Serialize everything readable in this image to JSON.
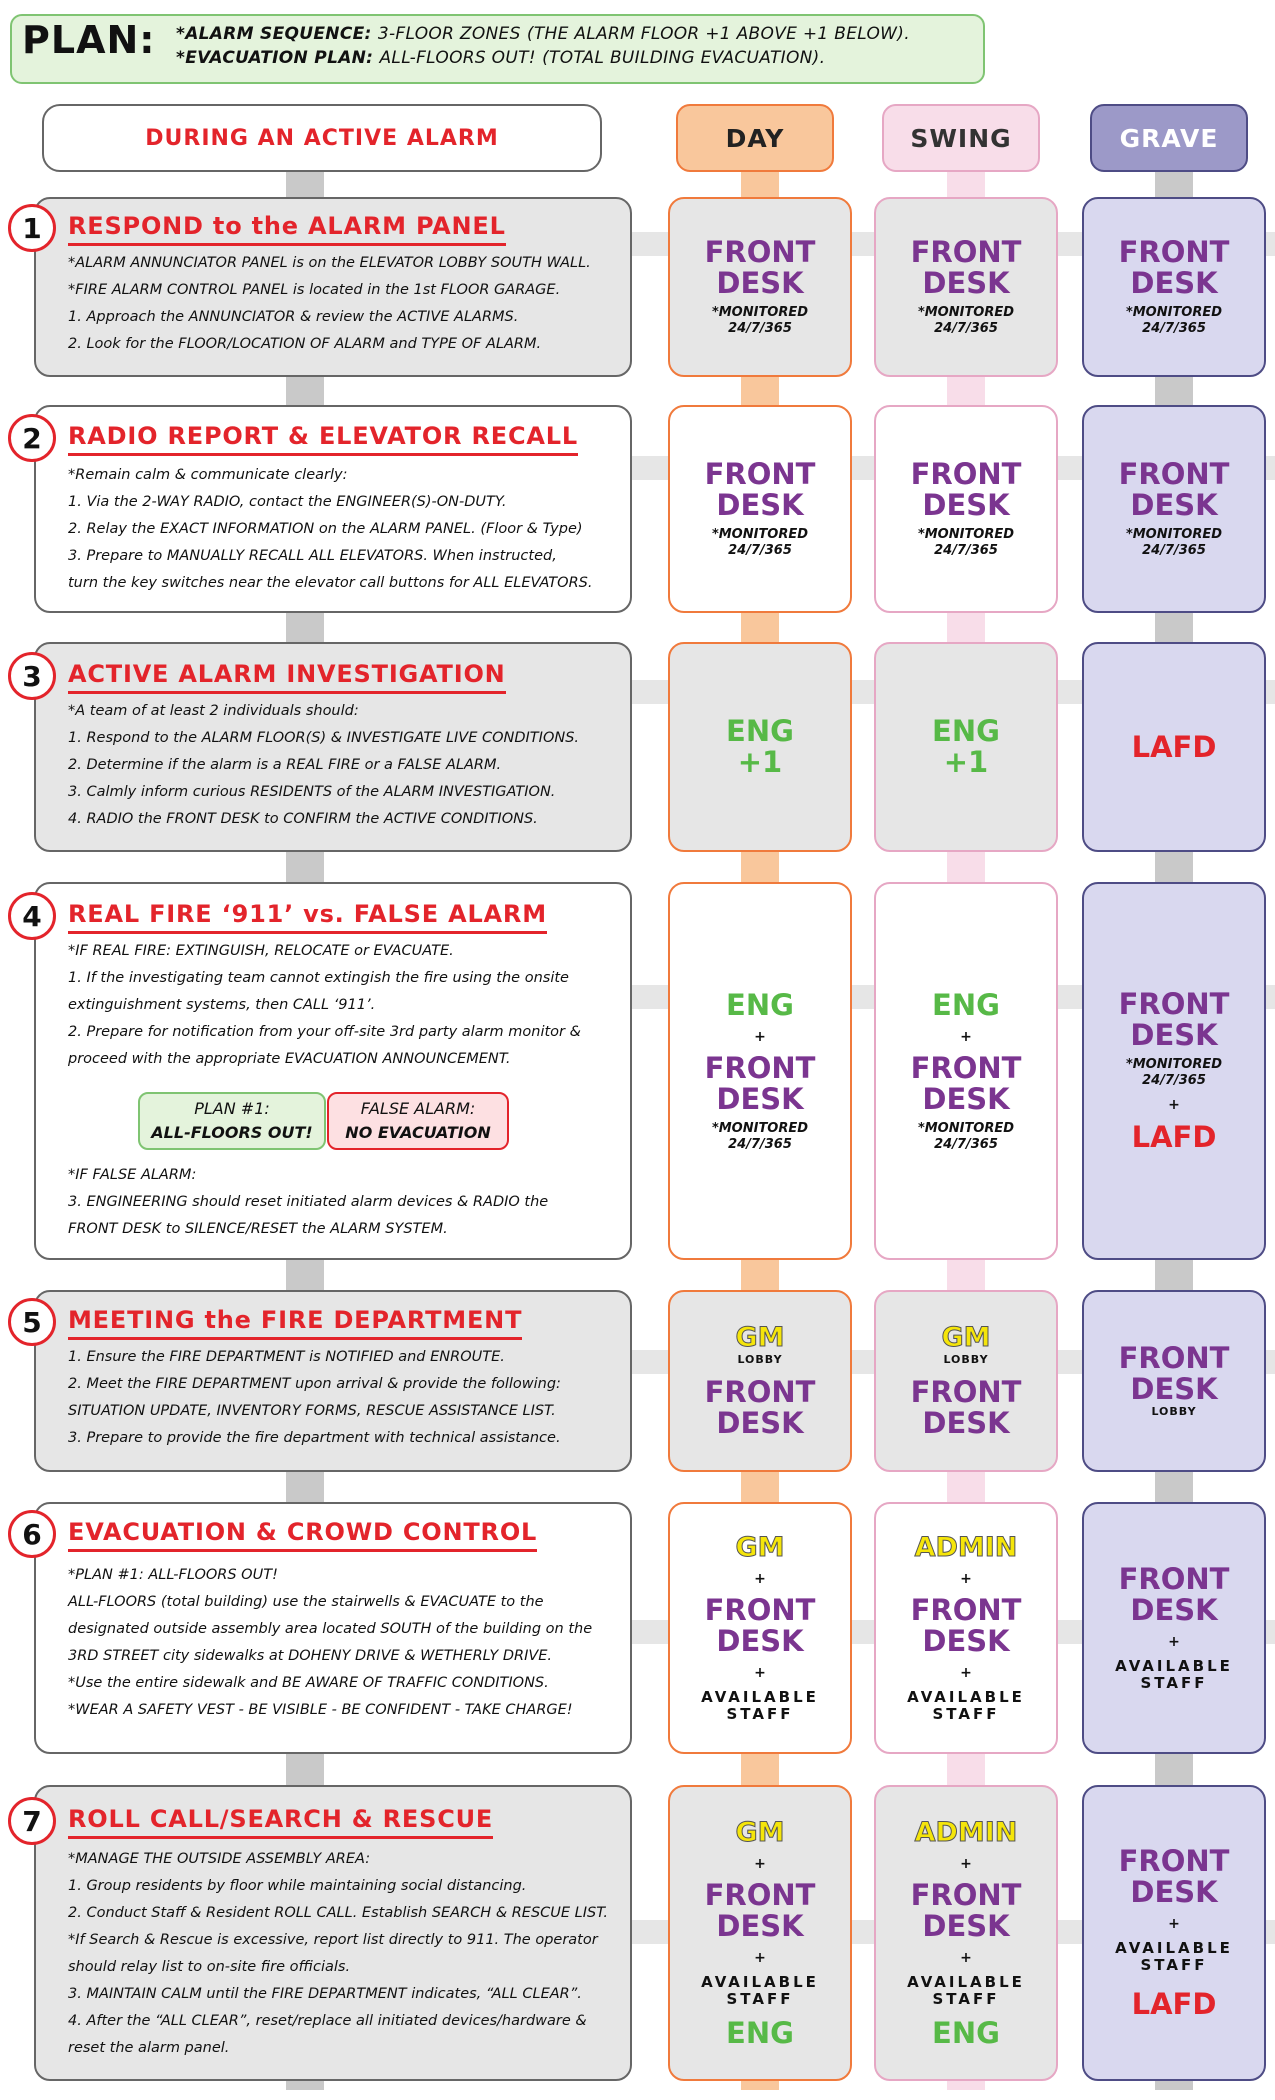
{
  "plan": {
    "label": "PLAN:",
    "alarm_sequence_label": "*ALARM SEQUENCE:",
    "alarm_sequence_value": "3-FLOOR ZONES",
    "alarm_sequence_note": "(THE ALARM FLOOR +1 ABOVE +1 BELOW).",
    "evacuation_label": "*EVACUATION PLAN:",
    "evacuation_value": "ALL-FLOORS OUT!",
    "evacuation_note": "(TOTAL BUILDING EVACUATION)."
  },
  "header": {
    "title": "DURING AN ACTIVE ALARM",
    "shifts": [
      "DAY",
      "SWING",
      "GRAVE"
    ]
  },
  "steps": [
    {
      "number": "1",
      "title": "RESPOND to the ALARM PANEL",
      "lines": [
        "*ALARM ANNUNCIATOR PANEL is on the ELEVATOR LOBBY SOUTH WALL.",
        "*FIRE ALARM CONTROL PANEL is located in the 1st FLOOR GARAGE.",
        "1.  Approach the ANNUNCIATOR & review the ACTIVE ALARMS.",
        "2. Look for the FLOOR/LOCATION OF ALARM and TYPE OF ALARM."
      ],
      "day": {
        "fd": "FRONT DESK",
        "monitored": "*MONITORED",
        "hours": "24/7/365"
      },
      "swing": {
        "fd": "FRONT DESK",
        "monitored": "*MONITORED",
        "hours": "24/7/365"
      },
      "grave": {
        "fd": "FRONT DESK",
        "monitored": "*MONITORED",
        "hours": "24/7/365"
      }
    },
    {
      "number": "2",
      "title": "RADIO REPORT & ELEVATOR RECALL",
      "lines": [
        "*Remain calm & communicate clearly:",
        "1.  Via the 2-WAY RADIO, contact the ENGINEER(S)-ON-DUTY.",
        "2.  Relay the EXACT INFORMATION on the ALARM PANEL. (Floor & Type)",
        "3.  Prepare to MANUALLY RECALL ALL ELEVATORS. When instructed,",
        "turn the key switches near the elevator call buttons for ALL ELEVATORS."
      ],
      "day": {
        "fd": "FRONT DESK",
        "monitored": "*MONITORED",
        "hours": "24/7/365"
      },
      "swing": {
        "fd": "FRONT DESK",
        "monitored": "*MONITORED",
        "hours": "24/7/365"
      },
      "grave": {
        "fd": "FRONT DESK",
        "monitored": "*MONITORED",
        "hours": "24/7/365"
      }
    },
    {
      "number": "3",
      "title": "ACTIVE ALARM INVESTIGATION",
      "lines": [
        "*A team of at least 2 individuals should:",
        "1.  Respond to the ALARM FLOOR(S) & INVESTIGATE LIVE CONDITIONS.",
        "2.  Determine if the alarm is a REAL FIRE or a FALSE ALARM.",
        "3.  Calmly inform curious RESIDENTS of the ALARM INVESTIGATION.",
        "4.  RADIO the FRONT DESK to CONFIRM the ACTIVE CONDITIONS."
      ],
      "day": {
        "eng": "ENG",
        "extra": "+1"
      },
      "swing": {
        "eng": "ENG",
        "extra": "+1"
      },
      "grave": {
        "lafd": "LAFD"
      }
    },
    {
      "number": "4",
      "title": "REAL FIRE ‘911’ vs. FALSE ALARM",
      "lines_top": [
        "*IF REAL FIRE: EXTINGUISH, RELOCATE or EVACUATE.",
        "1.  If the investigating team cannot extingish the fire using the onsite",
        "extinguishment systems, then CALL ‘911’.",
        "2.  Prepare for notification from your off-site 3rd party alarm monitor &",
        "proceed with the appropriate EVACUATION ANNOUNCEMENT."
      ],
      "badge_plan": {
        "line1": "PLAN #1:",
        "line2": "ALL-FLOORS OUT!"
      },
      "badge_false": {
        "line1": "FALSE ALARM:",
        "line2": "NO EVACUATION"
      },
      "lines_bottom": [
        "*IF FALSE ALARM:",
        "3.  ENGINEERING should reset initiated alarm devices & RADIO the",
        "FRONT DESK to SILENCE/RESET the ALARM SYSTEM."
      ],
      "day": {
        "eng": "ENG",
        "plus": "+",
        "fd": "FRONT DESK",
        "monitored": "*MONITORED",
        "hours": "24/7/365"
      },
      "swing": {
        "eng": "ENG",
        "plus": "+",
        "fd": "FRONT DESK",
        "monitored": "*MONITORED",
        "hours": "24/7/365"
      },
      "grave": {
        "fd": "FRONT DESK",
        "monitored": "*MONITORED",
        "hours": "24/7/365",
        "plus": "+",
        "lafd": "LAFD"
      }
    },
    {
      "number": "5",
      "title": "MEETING the FIRE DEPARTMENT",
      "lines": [
        "1.  Ensure the FIRE DEPARTMENT is NOTIFIED and ENROUTE.",
        "2.  Meet the FIRE DEPARTMENT upon arrival & provide the following:",
        "SITUATION UPDATE, INVENTORY FORMS, RESCUE ASSISTANCE LIST.",
        "3.  Prepare to provide the fire department with technical assistance."
      ],
      "day": {
        "gm": "GM",
        "sub": "LOBBY",
        "fd": "FRONT DESK"
      },
      "swing": {
        "gm": "GM",
        "sub": "LOBBY",
        "fd": "FRONT DESK"
      },
      "grave": {
        "fd": "FRONT DESK",
        "sub": "LOBBY"
      }
    },
    {
      "number": "6",
      "title": "EVACUATION & CROWD CONTROL",
      "lines": [
        "*PLAN #1: ALL-FLOORS OUT!",
        "ALL-FLOORS (total building) use the stairwells & EVACUATE to the",
        "designated outside assembly area located SOUTH of the building on the",
        "3RD STREET city sidewalks at DOHENY DRIVE & WETHERLY DRIVE.",
        "*Use the entire sidewalk and BE AWARE OF TRAFFIC CONDITIONS.",
        "*WEAR A SAFETY VEST - BE VISIBLE - BE CONFIDENT - TAKE CHARGE!"
      ],
      "day": {
        "gm": "GM",
        "plus": "+",
        "fd": "FRONT DESK",
        "staff": "AVAILABLE STAFF"
      },
      "swing": {
        "gm": "ADMIN",
        "plus": "+",
        "fd": "FRONT DESK",
        "staff": "AVAILABLE STAFF"
      },
      "grave": {
        "fd": "FRONT DESK",
        "plus": "+",
        "staff": "AVAILABLE STAFF"
      }
    },
    {
      "number": "7",
      "title": "ROLL CALL/SEARCH & RESCUE",
      "lines": [
        "*MANAGE THE OUTSIDE ASSEMBLY AREA:",
        "1. Group residents by floor while maintaining social distancing.",
        "2. Conduct Staff & Resident ROLL CALL. Establish SEARCH & RESCUE LIST.",
        "*If Search & Rescue is excessive, report list directly to 911.  The operator",
        "should relay list to on-site fire officials.",
        "3.  MAINTAIN CALM until the FIRE DEPARTMENT indicates, “ALL CLEAR”.",
        "4.  After the “ALL CLEAR”, reset/replace all initiated devices/hardware &",
        "reset the alarm panel."
      ],
      "day": {
        "gm": "GM",
        "plus": "+",
        "fd": "FRONT DESK",
        "staff": "AVAILABLE STAFF",
        "eng": "ENG"
      },
      "swing": {
        "gm": "ADMIN",
        "plus": "+",
        "fd": "FRONT DESK",
        "staff": "AVAILABLE STAFF",
        "eng": "ENG"
      },
      "grave": {
        "fd": "FRONT DESK",
        "plus": "+",
        "staff": "AVAILABLE STAFF",
        "lafd": "LAFD"
      }
    }
  ]
}
